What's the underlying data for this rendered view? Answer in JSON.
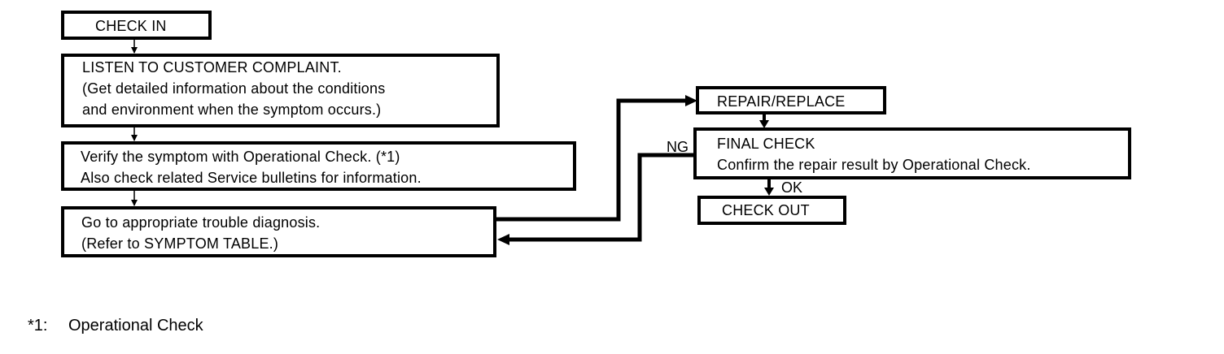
{
  "flowchart": {
    "check_in": {
      "lines": [
        "CHECK  IN"
      ]
    },
    "listen": {
      "lines": [
        "LISTEN  TO  CUSTOMER  COMPLAINT.",
        "(Get  detailed  information  about  the  conditions",
        "and  environment  when  the  symptom  occurs.)"
      ]
    },
    "verify": {
      "lines": [
        "Verify  the  symptom  with  Operational  Check.  (*1)",
        "Also  check  related  Service  bulletins  for  information."
      ]
    },
    "go_to": {
      "lines": [
        "Go  to  appropriate  trouble  diagnosis.",
        "(Refer  to  SYMPTOM  TABLE.)"
      ]
    },
    "repair": {
      "lines": [
        "REPAIR/REPLACE"
      ]
    },
    "final_check": {
      "lines": [
        "FINAL  CHECK",
        "Confirm  the  repair  result  by  Operational  Check."
      ]
    },
    "check_out": {
      "lines": [
        "CHECK  OUT"
      ]
    },
    "ng_label": "NG",
    "ok_label": "OK"
  },
  "footnote": {
    "mark": "*1:",
    "text": "Operational Check"
  },
  "colors": {
    "stroke": "#000000",
    "background": "#ffffff"
  }
}
